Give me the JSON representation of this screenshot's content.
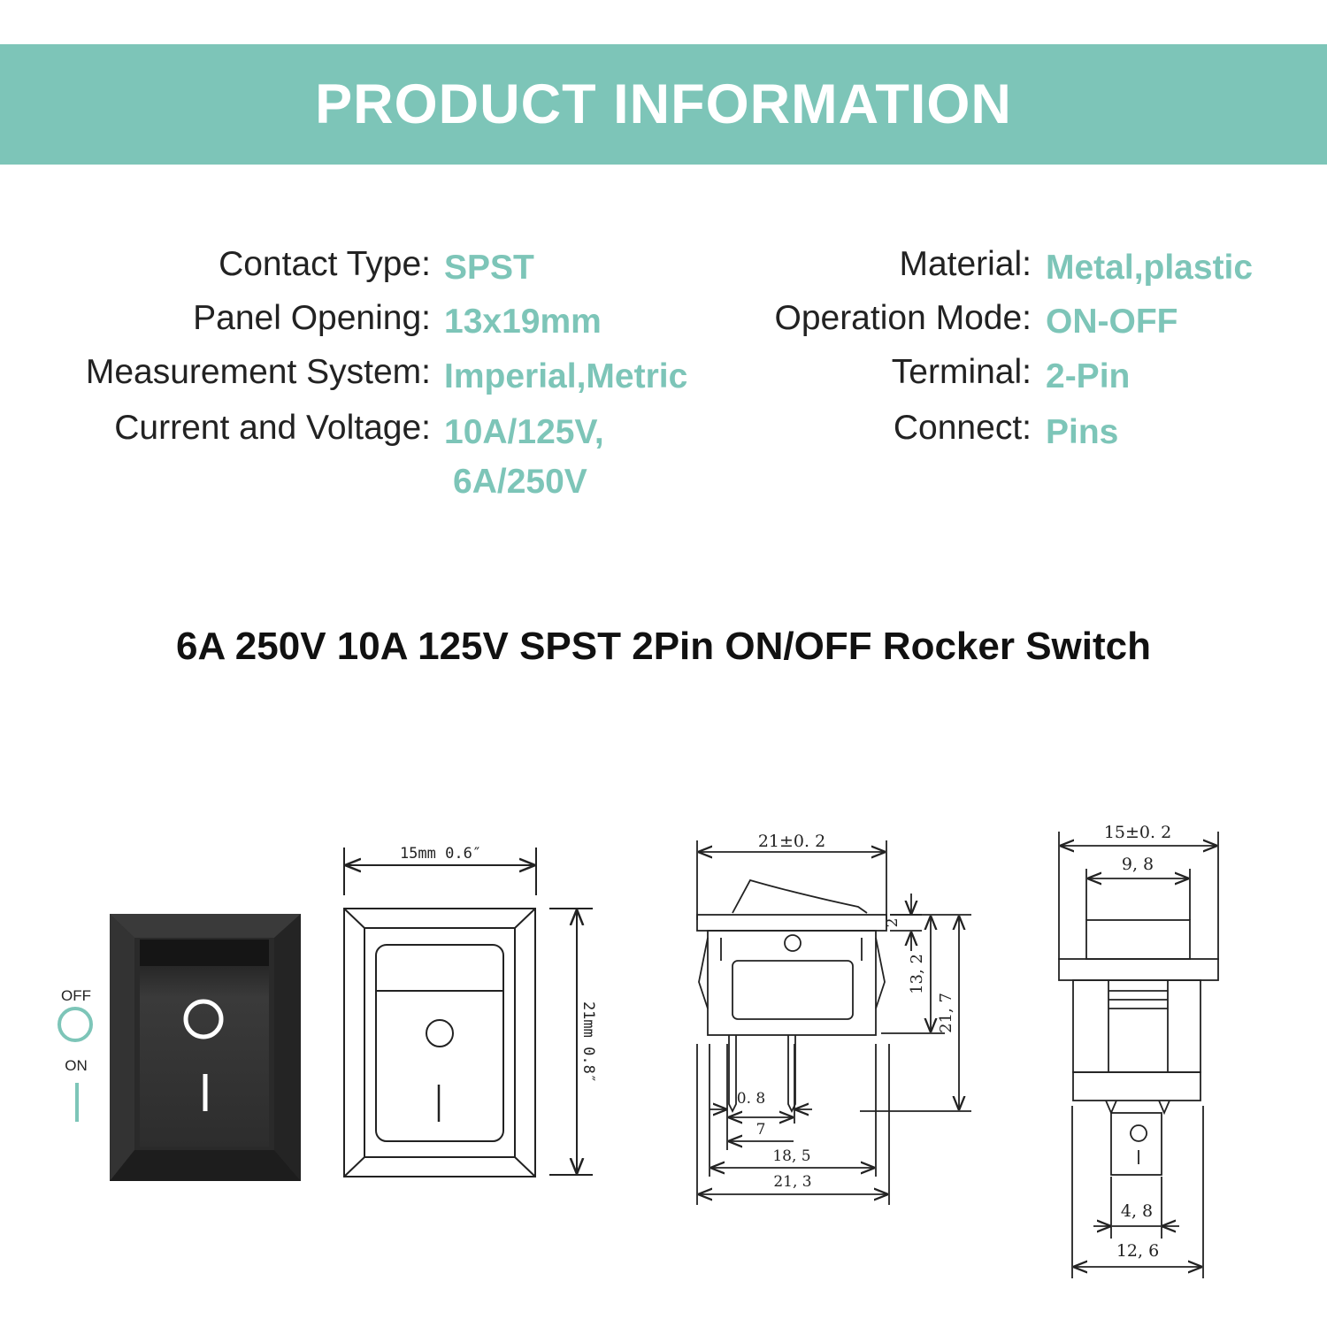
{
  "banner": {
    "title": "PRODUCT INFORMATION"
  },
  "specs_left": [
    {
      "label": "Contact Type:",
      "value": "SPST"
    },
    {
      "label": "Panel  Opening:",
      "value": "13x19mm"
    },
    {
      "label": "Measurement System:",
      "value": "Imperial,Metric"
    },
    {
      "label": "Current and Voltage:",
      "value": "10A/125V,",
      "value2": "6A/250V"
    }
  ],
  "specs_right": [
    {
      "label": "Material:",
      "value": "Metal,plastic"
    },
    {
      "label": "Operation Mode:",
      "value": "ON-OFF"
    },
    {
      "label": "Terminal:",
      "value": "2-Pin"
    },
    {
      "label": "Connect:",
      "value": "Pins"
    }
  ],
  "subtitle": "6A 250V 10A 125V SPST 2Pin ON/OFF Rocker Switch",
  "colors": {
    "accent": "#7dc5b8",
    "switch_body": "#2b2b2b",
    "text": "#222222"
  },
  "legend": {
    "off_label": "OFF",
    "on_label": "ON"
  },
  "front_view": {
    "width_label": "15mm 0.6″",
    "height_label": "21mm 0.8″"
  },
  "side_view": {
    "top_width": "21±0. 2",
    "dim_2": "2",
    "dim_13_2": "13, 2",
    "dim_21_7": "21, 7",
    "pin_width": "0. 8",
    "pin_spacing": "7",
    "dim_18_5": "18, 5",
    "dim_21_3": "21, 3"
  },
  "end_view": {
    "top_width": "15±0. 2",
    "cap_width": "9, 8",
    "pin_width": "4, 8",
    "body_width": "12, 6"
  }
}
